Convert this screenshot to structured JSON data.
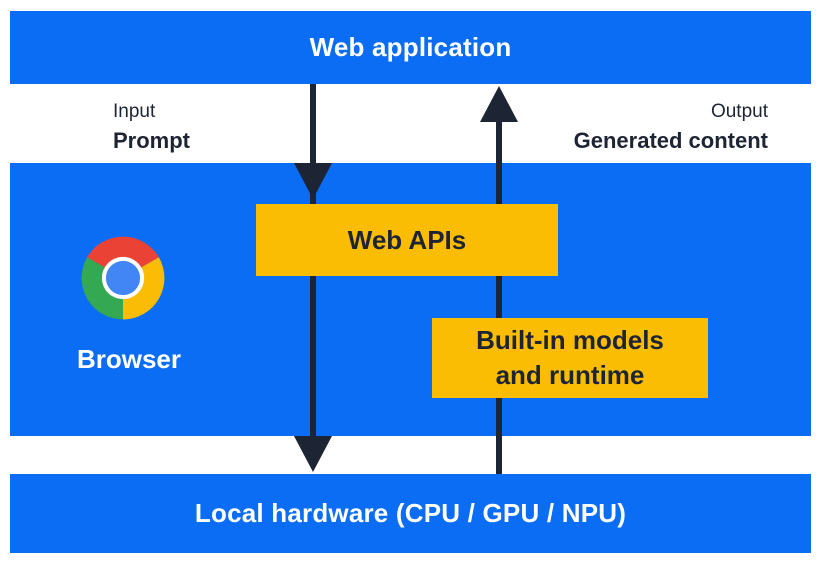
{
  "colors": {
    "blue": "#0b6cf4",
    "yellow": "#fbbc04",
    "dark": "#1d2433",
    "white": "#ffffff",
    "chrome_red": "#ea4335",
    "chrome_green": "#34a853",
    "chrome_yellow": "#fbbc05",
    "chrome_blue": "#4285f4"
  },
  "bands": {
    "web_application": "Web application",
    "local_hardware": "Local hardware (CPU / GPU / NPU)"
  },
  "io": {
    "input_title": "Input",
    "input_value": "Prompt",
    "output_title": "Output",
    "output_value": "Generated content"
  },
  "browser": {
    "label": "Browser",
    "icon": "chrome-logo-icon"
  },
  "boxes": {
    "web_apis": {
      "label": "Web APIs"
    },
    "builtin": {
      "line1": "Built-in models",
      "line2": "and runtime"
    }
  },
  "arrows": {
    "down": "input-flow-arrow",
    "up": "output-flow-arrow"
  }
}
